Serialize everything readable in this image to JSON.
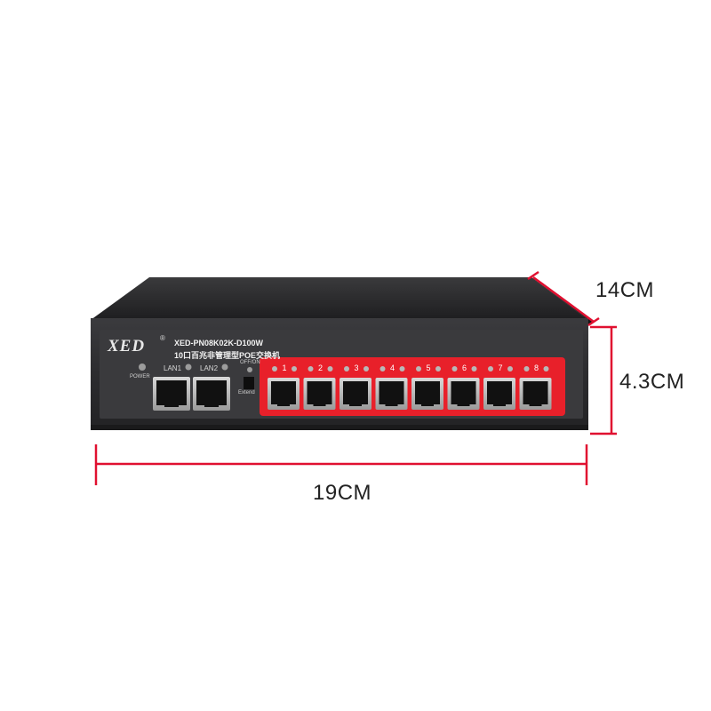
{
  "dimensions": {
    "depth": "14CM",
    "height": "4.3CM",
    "width": "19CM",
    "line_color": "#e01030"
  },
  "device": {
    "brand": "XED",
    "brand_mark": "®",
    "model": "XED-PN08K02K-D100W",
    "description": "10口百兆非管理型POE交换机",
    "power_label": "POWER",
    "lan_ports": [
      "LAN1",
      "LAN2"
    ],
    "switch_top_label": "OFF/ON",
    "switch_bottom_label": "Extend",
    "poe_ports": [
      "1",
      "2",
      "3",
      "4",
      "5",
      "6",
      "7",
      "8"
    ],
    "body_color": "#2b2b2d",
    "accent_color": "#e8202a"
  }
}
